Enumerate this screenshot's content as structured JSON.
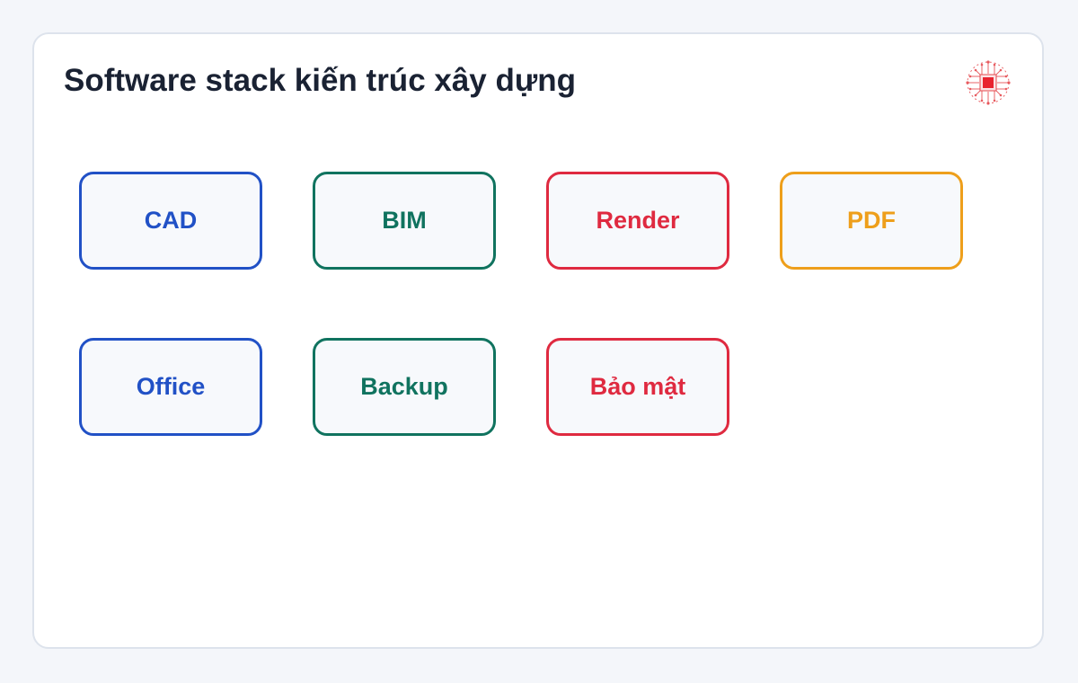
{
  "title": "Software stack kiến trúc xây dựng",
  "logo_icon": "circuit-chip-icon",
  "colors": {
    "blue": "#2151c6",
    "teal": "#10735f",
    "red": "#df2a40",
    "orange": "#ee9f1b"
  },
  "tiles": [
    {
      "label": "CAD",
      "color": "blue"
    },
    {
      "label": "BIM",
      "color": "teal"
    },
    {
      "label": "Render",
      "color": "red"
    },
    {
      "label": "PDF",
      "color": "orange"
    },
    {
      "label": "Office",
      "color": "blue"
    },
    {
      "label": "Backup",
      "color": "teal"
    },
    {
      "label": "Bảo mật",
      "color": "red"
    }
  ]
}
